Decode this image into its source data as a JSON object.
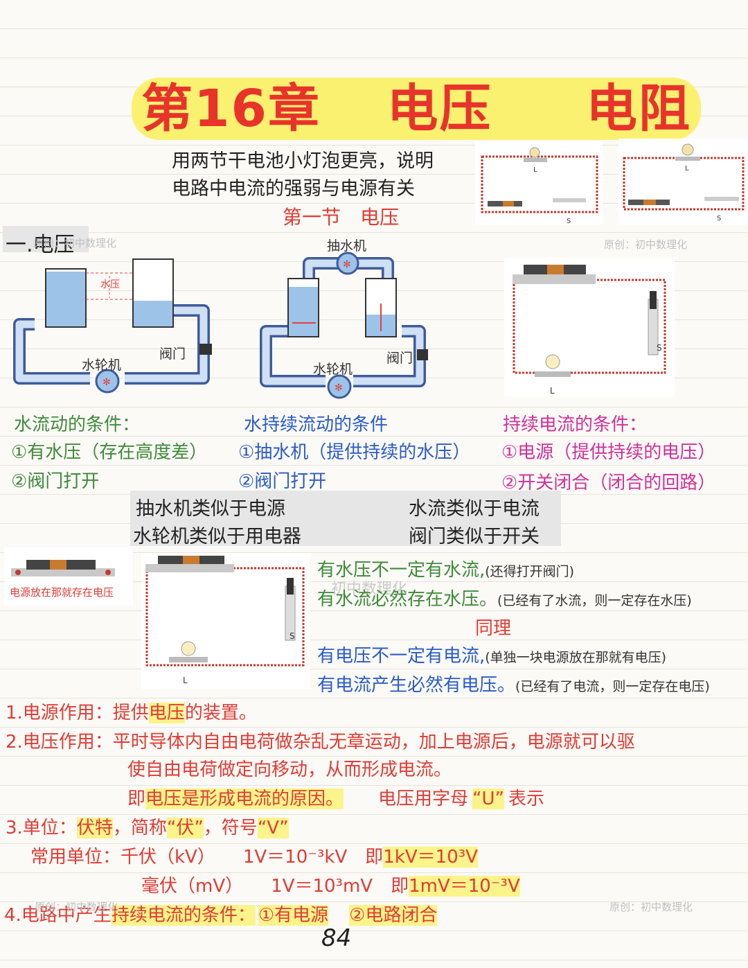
{
  "title": {
    "chapter": "第16章",
    "part1": "电压",
    "part2": "电阻"
  },
  "intro": {
    "line1": "用两节干电池小灯泡更亮，说明",
    "line2": "电路中电流的强弱与电源有关"
  },
  "section_heading": "第一节　电压",
  "part_heading": "一.电压",
  "watermarks": {
    "w1": "原创：初中数理化",
    "w2": "原创：初中数理化",
    "w3": "初中数理化",
    "w4": "原创：初中数理化",
    "w5": "原创：初中数理化"
  },
  "circuit_labels": {
    "L": "L",
    "S": "S"
  },
  "diagram1": {
    "label_pressure": "水压",
    "label_turbine": "水轮机",
    "label_valve": "阀门"
  },
  "diagram2": {
    "label_pump": "抽水机",
    "label_turbine": "水轮机",
    "label_valve": "阀门"
  },
  "cond_water": {
    "title": "水流动的条件：",
    "item1": "①有水压（存在高度差）",
    "item2": "②阀门打开"
  },
  "cond_continuous": {
    "title": "水持续流动的条件",
    "item1": "①抽水机（提供持续的水压）",
    "item2": "②阀门打开"
  },
  "cond_current": {
    "title": "持续电流的条件：",
    "item1": "①电源（提供持续的电压）",
    "item2": "②开关闭合（闭合的回路）"
  },
  "analogy": {
    "a1": "抽水机类似于电源",
    "a2": "水轮机类似于用电器",
    "a3": "水流类似于电流",
    "a4": "阀门类似于开关"
  },
  "battery_note": "电源放在那就存在电压",
  "statements": {
    "s1_main": "有水压不一定有水流,",
    "s1_note": "(还得打开阀门)",
    "s2_main": "有水流必然存在水压。",
    "s2_note": "(已经有了水流，则一定存在水压)",
    "same": "同理",
    "s3_main": "有电压不一定有电流,",
    "s3_note": "(单独一块电源放在那就有电压)",
    "s4_main": "有电流产生必然有电压。",
    "s4_note": "(已经有了电流，则一定存在电压)"
  },
  "points": {
    "p1_a": "1.电源作用：提供",
    "p1_b": "电压",
    "p1_c": "的装置。",
    "p2_a": "2.电压作用：平时导体内自由电荷做杂乱无章运动，加上电源后，电源就可以驱",
    "p2_b": "使自由电荷做定向移动，从而形成电流。",
    "p2_c": "即",
    "p2_d": "电压是形成电流的原因。",
    "p2_e": "电压用字母",
    "p2_f": "“U”",
    "p2_g": "表示",
    "p3_a": "3.单位：",
    "p3_b": "伏特",
    "p3_c": "，简称",
    "p3_d": "“伏”",
    "p3_e": "，符号",
    "p3_f": "“V”",
    "p3_row1_a": "常用单位：千伏（kV）",
    "p3_row1_b": "1V＝10⁻³kV",
    "p3_row1_c": "即",
    "p3_row1_d": "1kV＝10³V",
    "p3_row2_a": "毫伏（mV）",
    "p3_row2_b": "1V＝10³mV",
    "p3_row2_c": "即",
    "p3_row2_d": "1mV＝10⁻³V",
    "p4_a": "4.电路中产生",
    "p4_b": "持续电流的条件：",
    "p4_c": "①有电源",
    "p4_d": "②电路闭合"
  },
  "page_number": "84",
  "colors": {
    "title_red": "#e8332b",
    "highlight": "#fbf48a",
    "green": "#3f8a3a",
    "blue": "#2a5bc7",
    "magenta": "#d0309a",
    "red": "#e03b34"
  }
}
